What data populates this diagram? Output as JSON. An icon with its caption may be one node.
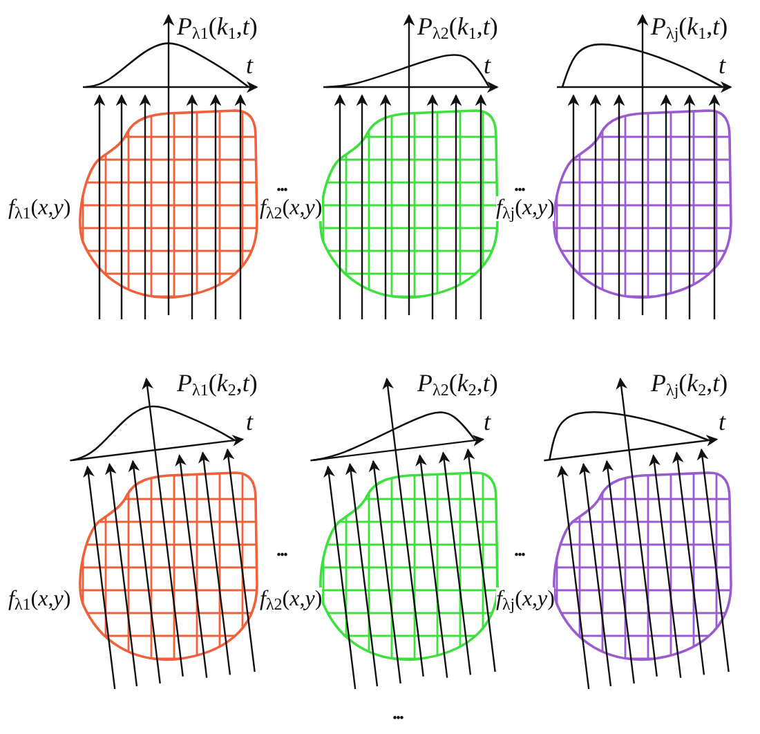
{
  "diagram": {
    "labels": [
      "*P*$_{λ1}$(*k*$_{1}$,*t*)",
      "*P*$_{λ2}$(*k*$_{1}$,*t*)",
      "*P*$_{λj}$(*k*$_{1}$,*t*)",
      "*t*",
      "*t*",
      "*t*",
      "...",
      "...",
      "*f*$_{λ1}$(*x*,*y*)",
      "*f*$_{λ2}$(*x*,*y*)",
      "*f*$_{λj}$(*x*,*y*)",
      "*P*$_{λ1}$(*k*$_{2}$,*t*)",
      "*P*$_{λ2}$(*k*$_{2}$,*t*)",
      "*P*$_{λj}$(*k*$_{2}$,*t*)",
      "*t*",
      "*t*",
      "*t*",
      "...",
      "...",
      "*f*$_{λ1}$(*x*,*y*)",
      "*f*$_{λ2}$(*x*,*y*)",
      "*f*$_{λj}$(*x*,*y*)",
      "..."
    ]
  }
}
